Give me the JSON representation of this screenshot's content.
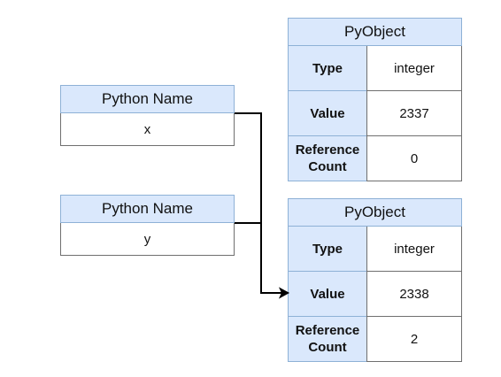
{
  "names": [
    {
      "header": "Python Name",
      "value": "x"
    },
    {
      "header": "Python Name",
      "value": "y"
    }
  ],
  "objects": [
    {
      "header": "PyObject",
      "rows": [
        {
          "key": "Type",
          "value": "integer"
        },
        {
          "key": "Value",
          "value": "2337"
        },
        {
          "key": "Reference Count",
          "value": "0"
        }
      ]
    },
    {
      "header": "PyObject",
      "rows": [
        {
          "key": "Type",
          "value": "integer"
        },
        {
          "key": "Value",
          "value": "2338"
        },
        {
          "key": "Reference Count",
          "value": "2"
        }
      ]
    }
  ],
  "connections": [
    {
      "from": "x",
      "to": "PyObject 2338"
    },
    {
      "from": "y",
      "to": "PyObject 2338"
    }
  ],
  "colors": {
    "header_fill": "#dae8fc",
    "header_border": "#8eb1d6",
    "cell_border": "#6f6f6f",
    "connector": "#000000"
  }
}
